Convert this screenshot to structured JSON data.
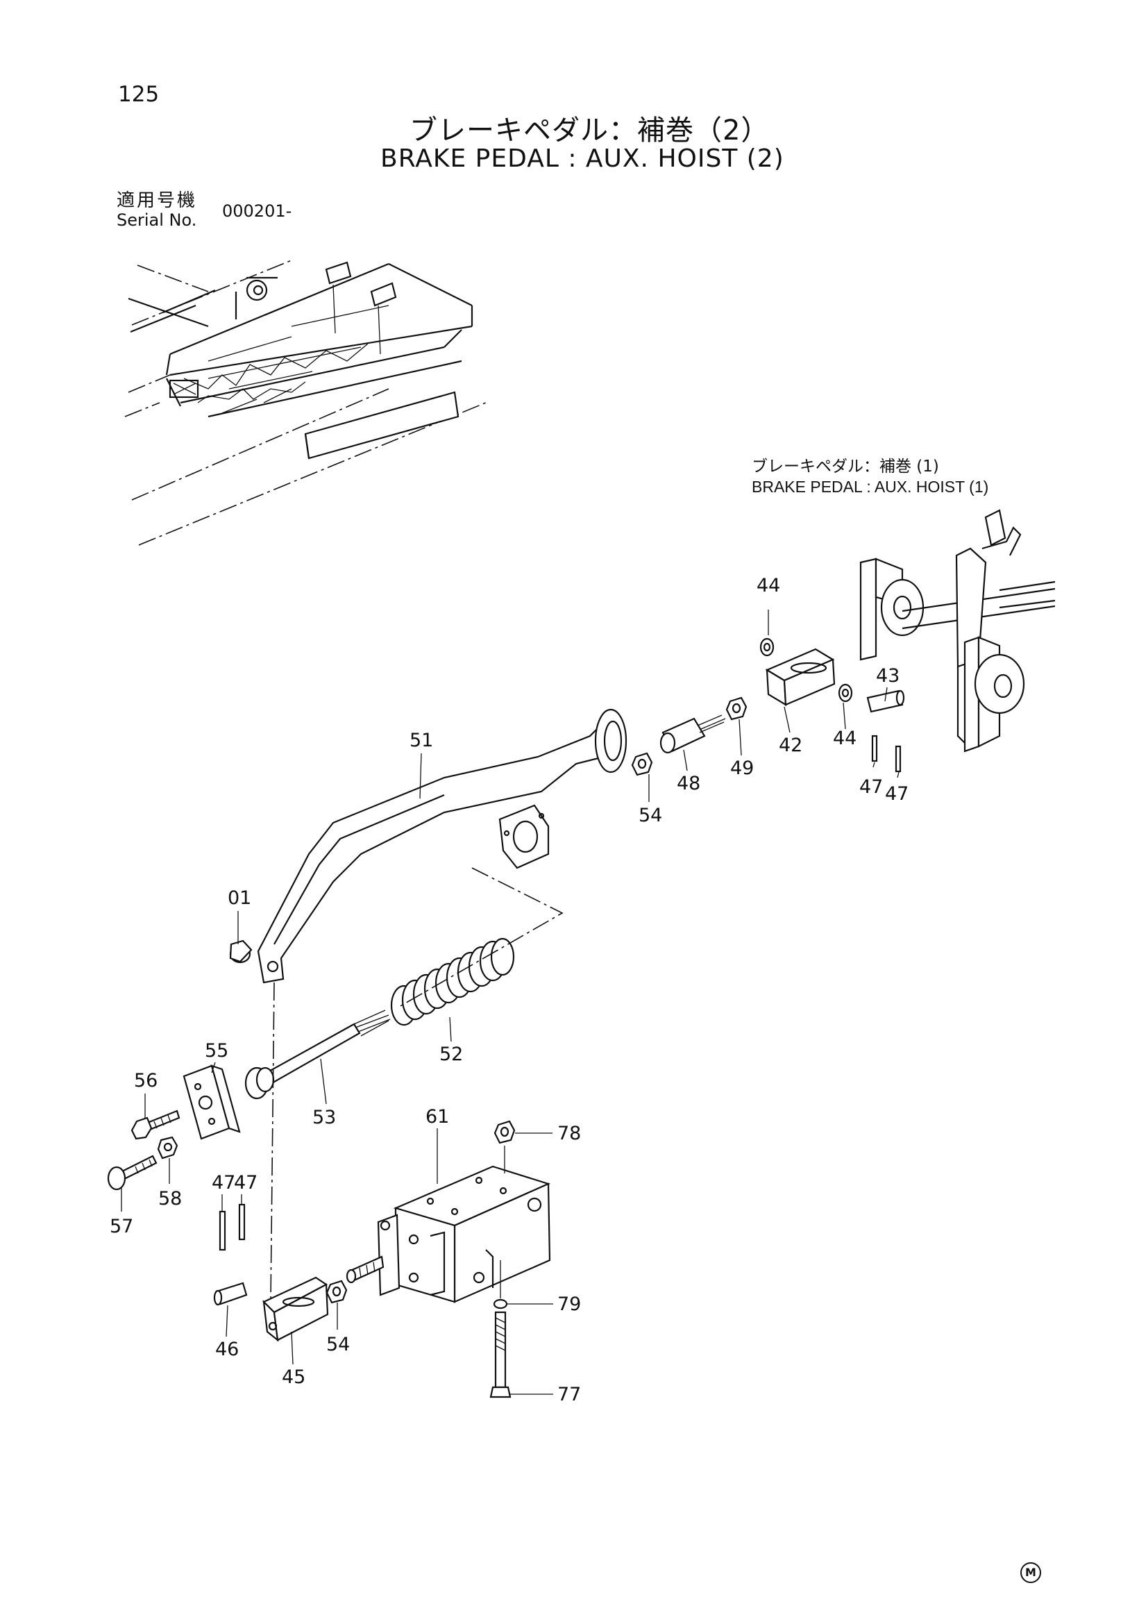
{
  "page_number": "125",
  "title_jp": "ブレーキペダル：補巻（2）",
  "title_en": "BRAKE PEDAL :  AUX. HOIST (2)",
  "serial": {
    "label_jp": "適用号機",
    "label_en": "Serial No.",
    "value": "000201-"
  },
  "reference": {
    "label_jp": "ブレーキペダル：補巻 (1)",
    "label_en": "BRAKE PEDAL : AUX. HOIST (1)"
  },
  "callouts": [
    "44",
    "43",
    "42",
    "44",
    "47",
    "47",
    "49",
    "48",
    "54",
    "51",
    "01",
    "52",
    "53",
    "55",
    "56",
    "57",
    "58",
    "61",
    "78",
    "79",
    "77",
    "47",
    "47",
    "46",
    "45",
    "54"
  ],
  "logo_mark": "M"
}
